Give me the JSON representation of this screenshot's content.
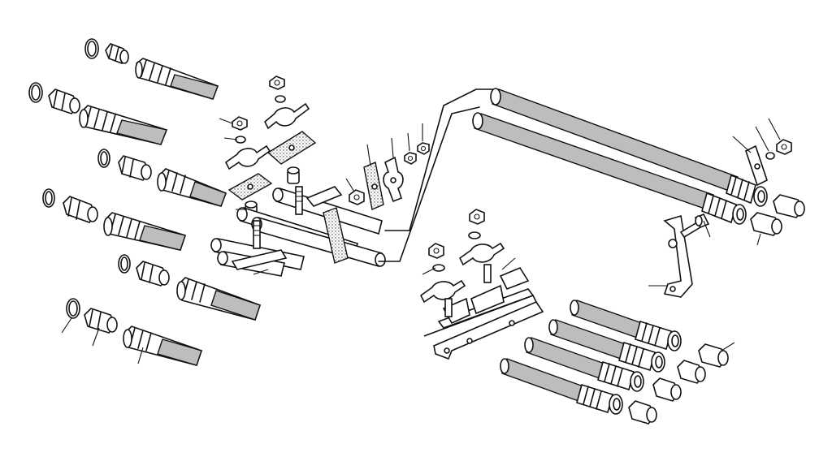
{
  "diagram": {
    "style": "exploded parts illustration, black line art on white",
    "stroke_color": "#111111",
    "background": "#ffffff",
    "groups": [
      {
        "name": "left-hose-fittings",
        "count": 6
      },
      {
        "name": "center-clamp-assembly"
      },
      {
        "name": "long-pipes-upper-right",
        "count": 2
      },
      {
        "name": "mounting-bracket-assembly"
      },
      {
        "name": "right-hose-fittings",
        "count": 4
      }
    ]
  }
}
